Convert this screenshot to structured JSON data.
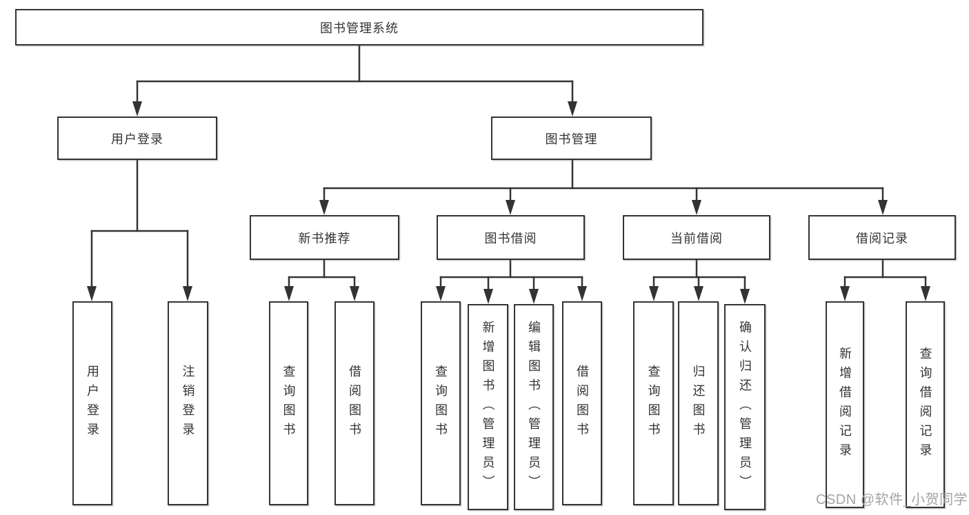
{
  "diagram": {
    "root": {
      "label": "图书管理系统"
    },
    "user_branch": {
      "label": "用户登录",
      "children": [
        {
          "label": "用户登录"
        },
        {
          "label": "注销登录"
        }
      ]
    },
    "book_branch": {
      "label": "图书管理",
      "sections": [
        {
          "label": "新书推荐",
          "children": [
            {
              "label": "查询图书"
            },
            {
              "label": "借阅图书"
            }
          ]
        },
        {
          "label": "图书借阅",
          "children": [
            {
              "label": "查询图书"
            },
            {
              "label": "新增图书（管理员）"
            },
            {
              "label": "编辑图书（管理员）"
            },
            {
              "label": "借阅图书"
            }
          ]
        },
        {
          "label": "当前借阅",
          "children": [
            {
              "label": "查询图书"
            },
            {
              "label": "归还图书"
            },
            {
              "label": "确认归还（管理员）"
            }
          ]
        },
        {
          "label": "借阅记录",
          "children": [
            {
              "label": "新增借阅记录"
            },
            {
              "label": "查询借阅记录"
            }
          ]
        }
      ]
    },
    "watermark": "CSDN @软件_小贺同学",
    "colors": {
      "line": "#333333",
      "box_border": "#333333",
      "text": "#333333",
      "watermark": "#a3a3a3",
      "background": "#ffffff"
    }
  }
}
